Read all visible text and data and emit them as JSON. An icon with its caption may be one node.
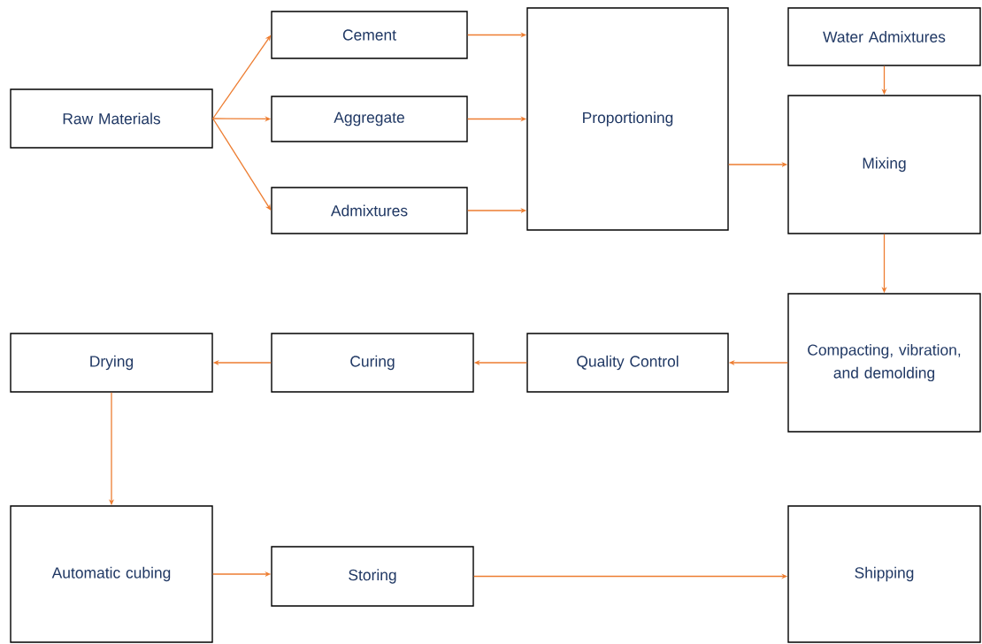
{
  "diagram": {
    "nodes": [
      {
        "text": [
          "Raw Materials"
        ]
      },
      {
        "text": [
          "Cement"
        ]
      },
      {
        "text": [
          "Aggregate"
        ]
      },
      {
        "text": [
          "Admixtures"
        ]
      },
      {
        "text": [
          "Proportioning"
        ]
      },
      {
        "text": [
          "Water Admixtures"
        ]
      },
      {
        "text": [
          "Mixing"
        ]
      },
      {
        "text": [
          "Compacting, vibration, and demolding"
        ]
      },
      {
        "text": [
          "Quality Control"
        ]
      },
      {
        "text": [
          "Curing"
        ]
      },
      {
        "text": [
          "Drying"
        ]
      },
      {
        "text": [
          "Automatic cubing"
        ]
      },
      {
        "text": [
          "Storing"
        ]
      },
      {
        "text": [
          "Shipping"
        ]
      }
    ],
    "edges": [
      {
        "from": 0,
        "to": 1,
        "arrow": "to"
      },
      {
        "from": 0,
        "to": 2,
        "arrow": "to"
      },
      {
        "from": 0,
        "to": 3,
        "arrow": "to"
      },
      {
        "from": 1,
        "to": 4,
        "arrow": "to"
      },
      {
        "from": 2,
        "to": 4,
        "arrow": "to"
      },
      {
        "from": 3,
        "to": 4,
        "arrow": "to"
      },
      {
        "from": 4,
        "to": 6,
        "arrow": "to"
      },
      {
        "from": 5,
        "to": 6,
        "arrow": "to"
      },
      {
        "from": 6,
        "to": 7,
        "arrow": "to"
      },
      {
        "from": 7,
        "to": 8,
        "arrow": "to"
      },
      {
        "from": 8,
        "to": 9,
        "arrow": "to"
      },
      {
        "from": 9,
        "to": 10,
        "arrow": "to"
      },
      {
        "from": 10,
        "to": 11,
        "arrow": "to"
      },
      {
        "from": 11,
        "to": 12,
        "arrow": "to"
      },
      {
        "from": 12,
        "to": 13,
        "arrow": "to"
      }
    ]
  }
}
